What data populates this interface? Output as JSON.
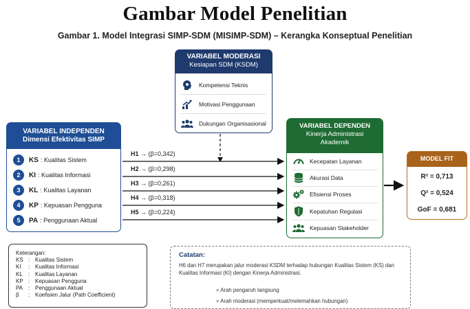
{
  "page_title": "Gambar Model Penelitian",
  "figure_title": "Gambar 1. Model Integrasi SIMP-SDM (MISIMP-SDM) – Kerangka Konseptual Penelitian",
  "moderator": {
    "title": "VARIABEL MODERASI",
    "subtitle": "Kesiapan SDM (KSDM)",
    "items": [
      {
        "label": "Kompetensi Teknis",
        "icon": "head-gear-icon"
      },
      {
        "label": "Motivasi Penggunaan",
        "icon": "growth-chart-icon"
      },
      {
        "label": "Dukungan Organisasional",
        "icon": "people-group-icon"
      }
    ]
  },
  "independent": {
    "title": "VARIABEL INDEPENDEN",
    "subtitle": "Dimensi Efektivitas SIMP",
    "items": [
      {
        "num": "1",
        "code": "KS",
        "label": ": Kualitas Sistem"
      },
      {
        "num": "2",
        "code": "KI",
        "label": ": Kualitas Informasi"
      },
      {
        "num": "3",
        "code": "KL",
        "label": ": Kualitas Layanan"
      },
      {
        "num": "4",
        "code": "KP",
        "label": ": Kepuasan Pengguna"
      },
      {
        "num": "5",
        "code": "PA",
        "label": ": Penggunaan Aktual"
      }
    ]
  },
  "dependent": {
    "title": "VARIABEL DEPENDEN",
    "subtitle_line1": "Kinerja Administrasi",
    "subtitle_line2": "Akademik",
    "items": [
      {
        "label": "Kecepatan Layanan",
        "icon": "speedometer-icon"
      },
      {
        "label": "Akurasi Data",
        "icon": "database-icon"
      },
      {
        "label": "Efisiensi Proses",
        "icon": "gears-icon"
      },
      {
        "label": "Kepatuhan Regulasi",
        "icon": "shield-icon"
      },
      {
        "label": "Kepuasan Stakeholder",
        "icon": "people-group-icon"
      }
    ]
  },
  "paths": [
    {
      "label": "H1",
      "beta": "→ (β=0,342)"
    },
    {
      "label": "H2",
      "beta": "→ (β=0,298)"
    },
    {
      "label": "H3",
      "beta": "→ (β=0,261)"
    },
    {
      "label": "H4",
      "beta": "→ (β=0,318)"
    },
    {
      "label": "H5",
      "beta": "→ (β=0,224)"
    }
  ],
  "model_fit": {
    "title": "MODEL FIT",
    "values": [
      "R² = 0,713",
      "Q² = 0,524",
      "GoF = 0,681"
    ]
  },
  "legend": {
    "title": "Keterangan:",
    "rows": [
      {
        "key": "KS",
        "value": "Kualitas Sistem"
      },
      {
        "key": "KI",
        "value": "Kualitas Informasi"
      },
      {
        "key": "KL",
        "value": "Kualitas Layanan"
      },
      {
        "key": "KP",
        "value": "Kepuasan Pengguna"
      },
      {
        "key": "PA",
        "value": "Penggunaan Aktual"
      },
      {
        "key": "β",
        "value": "Koefisien Jalur (Path Coefficient)"
      }
    ]
  },
  "notes": {
    "title": "Catatan:",
    "text": "H6 dan H7 merupakan jalur moderasi KSDM terhadap hubungan Kualitas Sistem (KS) dan Kualitas Informasi (KI) dengan Kinerja Administrasi.",
    "solid_label": "= Arah pengaruh langsung",
    "dashed_label": "= Arah moderasi (memperkuat/melemahkan hubungan)"
  },
  "colors": {
    "moderator": "#1f3a6d",
    "independent": "#1f4e96",
    "dependent": "#1e6b33",
    "fit": "#a8621a"
  }
}
